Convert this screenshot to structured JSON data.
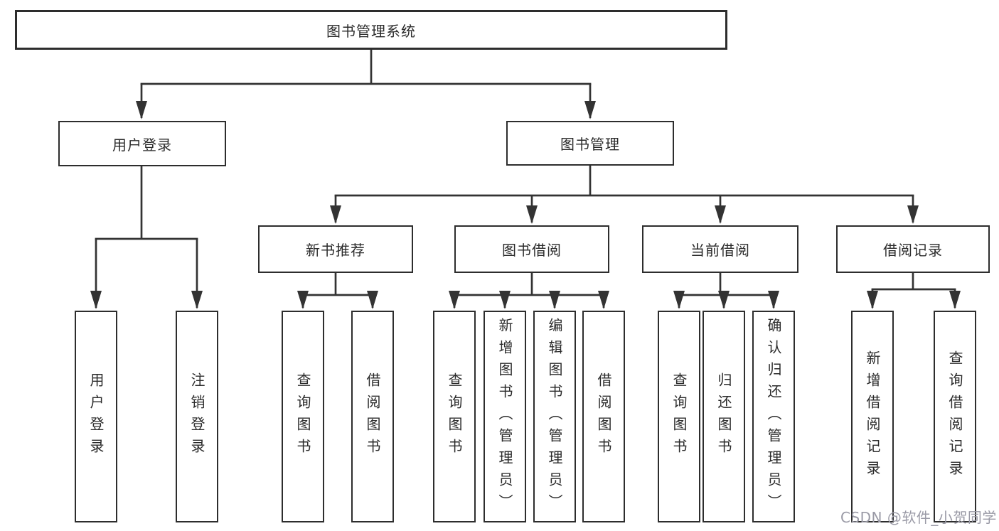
{
  "tree": {
    "label": "图书管理系统",
    "children": [
      {
        "label": "用户登录",
        "children": [
          {
            "label": "用户登录"
          },
          {
            "label": "注销登录"
          }
        ]
      },
      {
        "label": "图书管理",
        "children": [
          {
            "label": "新书推荐",
            "children": [
              {
                "label": "查询图书"
              },
              {
                "label": "借阅图书"
              }
            ]
          },
          {
            "label": "图书借阅",
            "children": [
              {
                "label": "查询图书"
              },
              {
                "label": "新增图书（管理员）"
              },
              {
                "label": "编辑图书（管理员）"
              },
              {
                "label": "借阅图书"
              }
            ]
          },
          {
            "label": "当前借阅",
            "children": [
              {
                "label": "查询图书"
              },
              {
                "label": "归还图书"
              },
              {
                "label": "确认归还（管理员）"
              }
            ]
          },
          {
            "label": "借阅记录",
            "children": [
              {
                "label": "新增借阅记录"
              },
              {
                "label": "查询借阅记录"
              }
            ]
          }
        ]
      }
    ]
  },
  "watermark": {
    "text": "CSDN @软件_小贺同学",
    "color": "#9a9aa6"
  },
  "colors": {
    "line": "#333333",
    "box_border": "#2d2d2d",
    "box_background": "#ffffff",
    "text": "#2b2b2b",
    "page_background": "#ffffff"
  }
}
